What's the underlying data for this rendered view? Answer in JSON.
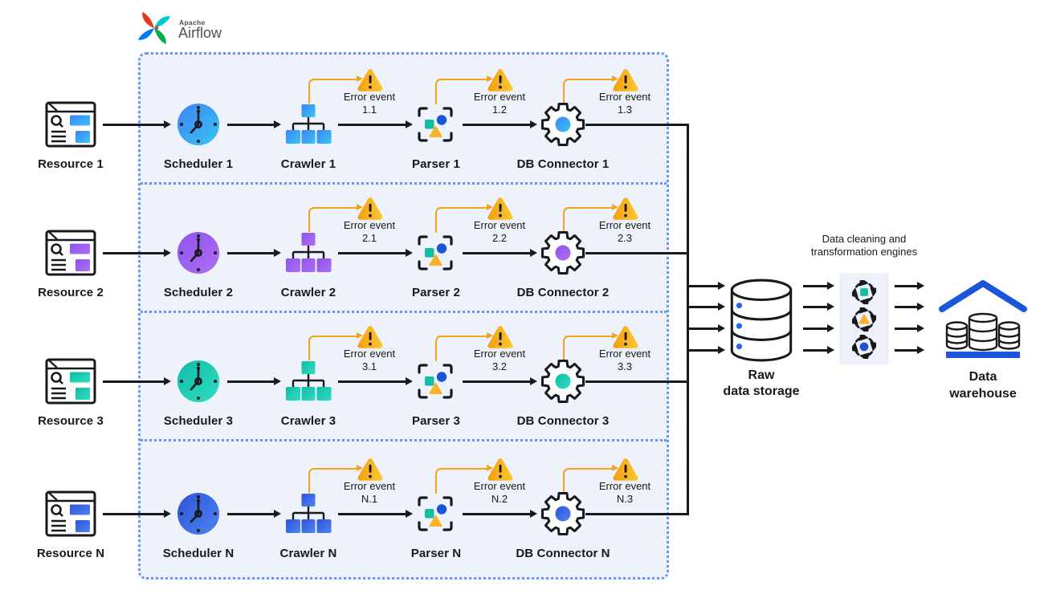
{
  "brand": {
    "name_top": "Apache",
    "name_bottom": "Airflow"
  },
  "rows": [
    {
      "resource": "Resource 1",
      "scheduler": "Scheduler 1",
      "crawler": "Crawler 1",
      "parser": "Parser 1",
      "db_connector": "DB Connector 1",
      "errors": [
        {
          "line1": "Error event",
          "line2": "1.1"
        },
        {
          "line1": "Error event",
          "line2": "1.2"
        },
        {
          "line1": "Error event",
          "line2": "1.3"
        }
      ]
    },
    {
      "resource": "Resource 2",
      "scheduler": "Scheduler 2",
      "crawler": "Crawler 2",
      "parser": "Parser 2",
      "db_connector": "DB Connector 2",
      "errors": [
        {
          "line1": "Error event",
          "line2": "2.1"
        },
        {
          "line1": "Error event",
          "line2": "2.2"
        },
        {
          "line1": "Error event",
          "line2": "2.3"
        }
      ]
    },
    {
      "resource": "Resource 3",
      "scheduler": "Scheduler 3",
      "crawler": "Crawler 3",
      "parser": "Parser 3",
      "db_connector": "DB Connector 3",
      "errors": [
        {
          "line1": "Error event",
          "line2": "3.1"
        },
        {
          "line1": "Error event",
          "line2": "3.2"
        },
        {
          "line1": "Error event",
          "line2": "3.3"
        }
      ]
    },
    {
      "resource": "Resource N",
      "scheduler": "Scheduler N",
      "crawler": "Crawler N",
      "parser": "Parser N",
      "db_connector": "DB Connector N",
      "errors": [
        {
          "line1": "Error event",
          "line2": "N.1"
        },
        {
          "line1": "Error event",
          "line2": "N.2"
        },
        {
          "line1": "Error event",
          "line2": "N.3"
        }
      ]
    }
  ],
  "storage": {
    "line1": "Raw",
    "line2": "data storage"
  },
  "engines": {
    "line1": "Data cleaning and",
    "line2": "transformation engines"
  },
  "warehouse": {
    "line1": "Data",
    "line2": "warehouse"
  },
  "colors": {
    "row_gradients": [
      [
        "#3f82f7",
        "#37c5f3"
      ],
      [
        "#8d53ee",
        "#b06ef3"
      ],
      [
        "#10bba4",
        "#30ddc2"
      ],
      [
        "#2e53d9",
        "#4f84f1"
      ]
    ],
    "warning_gradient": [
      "#f49d13",
      "#fcc92f"
    ],
    "warning_arrow": "#f6a21d",
    "flow_line": "#17191c",
    "dotted_border": "#6496f5",
    "band_background": "#eef2fa",
    "warehouse_blue": "#1a56db",
    "storage_dot_blue": "#2563eb",
    "parser_teal": "#13bda4",
    "parser_blue": "#1b55d6",
    "parser_yellow": "#f8b32a",
    "airflow_logo": [
      "#e43921",
      "#00c7d4",
      "#00ad46",
      "#017cee"
    ]
  }
}
